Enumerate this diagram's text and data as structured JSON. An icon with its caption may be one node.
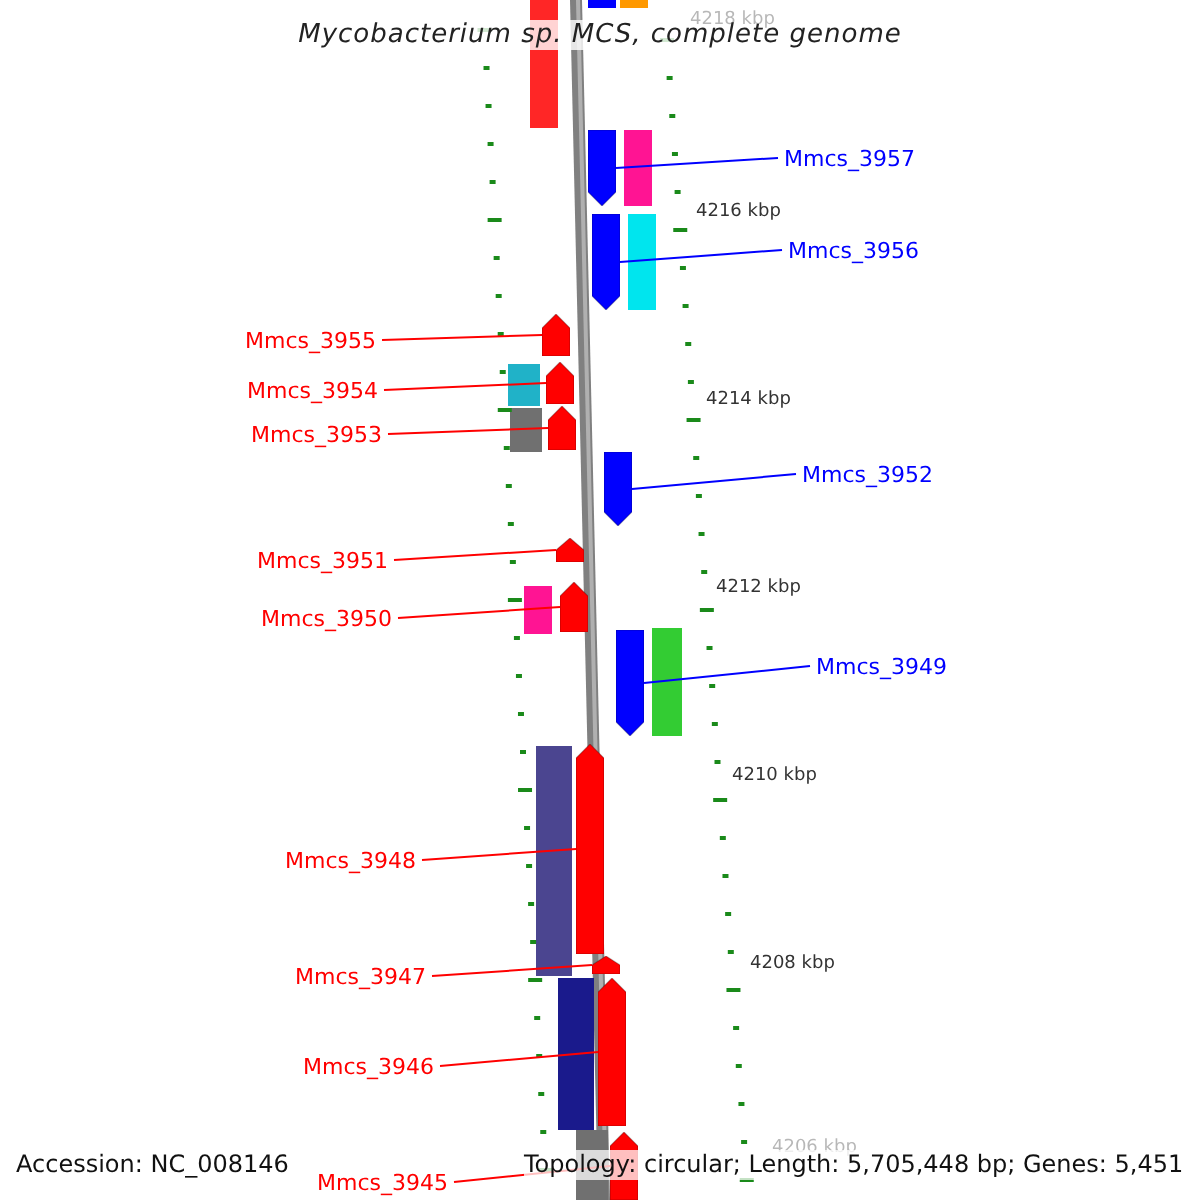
{
  "diagram": {
    "title": "Mycobacterium sp. MCS, complete genome",
    "nodes": [
      {
        "text": [
          "Mmcs_3957"
        ]
      },
      {
        "text": [
          "Mmcs_3956"
        ]
      },
      {
        "text": [
          "Mmcs_3955"
        ]
      },
      {
        "text": [
          "Mmcs_3954"
        ]
      },
      {
        "text": [
          "Mmcs_3953"
        ]
      },
      {
        "text": [
          "Mmcs_3952"
        ]
      },
      {
        "text": [
          "Mmcs_3951"
        ]
      },
      {
        "text": [
          "Mmcs_3950"
        ]
      },
      {
        "text": [
          "Mmcs_3949"
        ]
      },
      {
        "text": [
          "Mmcs_3948"
        ]
      },
      {
        "text": [
          "Mmcs_3947"
        ]
      },
      {
        "text": [
          "Mmcs_3946"
        ]
      },
      {
        "text": [
          "Mmcs_3945"
        ]
      },
      {
        "text": [],
        "shape": "bar"
      },
      {
        "text": [],
        "shape": "bar"
      },
      {
        "text": [],
        "shape": "bar"
      },
      {
        "text": [],
        "shape": "bar"
      },
      {
        "text": [],
        "shape": "bar"
      },
      {
        "text": [],
        "shape": "bar"
      },
      {
        "text": [],
        "shape": "bar"
      },
      {
        "text": [],
        "shape": "bar"
      },
      {
        "text": [],
        "shape": "bar"
      },
      {
        "text": [],
        "shape": "bar"
      },
      {
        "text": [],
        "shape": "bar"
      },
      {
        "text": [],
        "shape": "bar"
      },
      {
        "text": [],
        "shape": "bar"
      }
    ],
    "edges": [
      {
        "from": 0,
        "to": 13,
        "arrow": "none",
        "color": "#0000ff"
      },
      {
        "from": 1,
        "to": 14,
        "arrow": "none",
        "color": "#0000ff"
      },
      {
        "from": 2,
        "to": 15,
        "arrow": "none"
      },
      {
        "from": 3,
        "to": 16,
        "arrow": "none"
      },
      {
        "from": 4,
        "to": 17,
        "arrow": "none"
      },
      {
        "from": 5,
        "to": 18,
        "arrow": "none",
        "color": "#0000ff"
      },
      {
        "from": 6,
        "to": 19,
        "arrow": "none"
      },
      {
        "from": 7,
        "to": 20,
        "arrow": "none"
      },
      {
        "from": 8,
        "to": 21,
        "arrow": "none",
        "color": "#0000ff"
      },
      {
        "from": 9,
        "to": 22,
        "arrow": "none"
      },
      {
        "from": 10,
        "to": 23,
        "arrow": "none"
      },
      {
        "from": 11,
        "to": 24,
        "arrow": "none"
      },
      {
        "from": 12,
        "to": 25,
        "arrow": "none"
      }
    ],
    "labels": [
      "4218 kbp",
      "4216 kbp",
      "4214 kbp",
      "4212 kbp",
      "4210 kbp",
      "4208 kbp",
      "4206 kbp",
      "Accession: NC_008146",
      "Topology: circular; Length: 5,705,448 bp; Genes: 5,451"
    ]
  }
}
